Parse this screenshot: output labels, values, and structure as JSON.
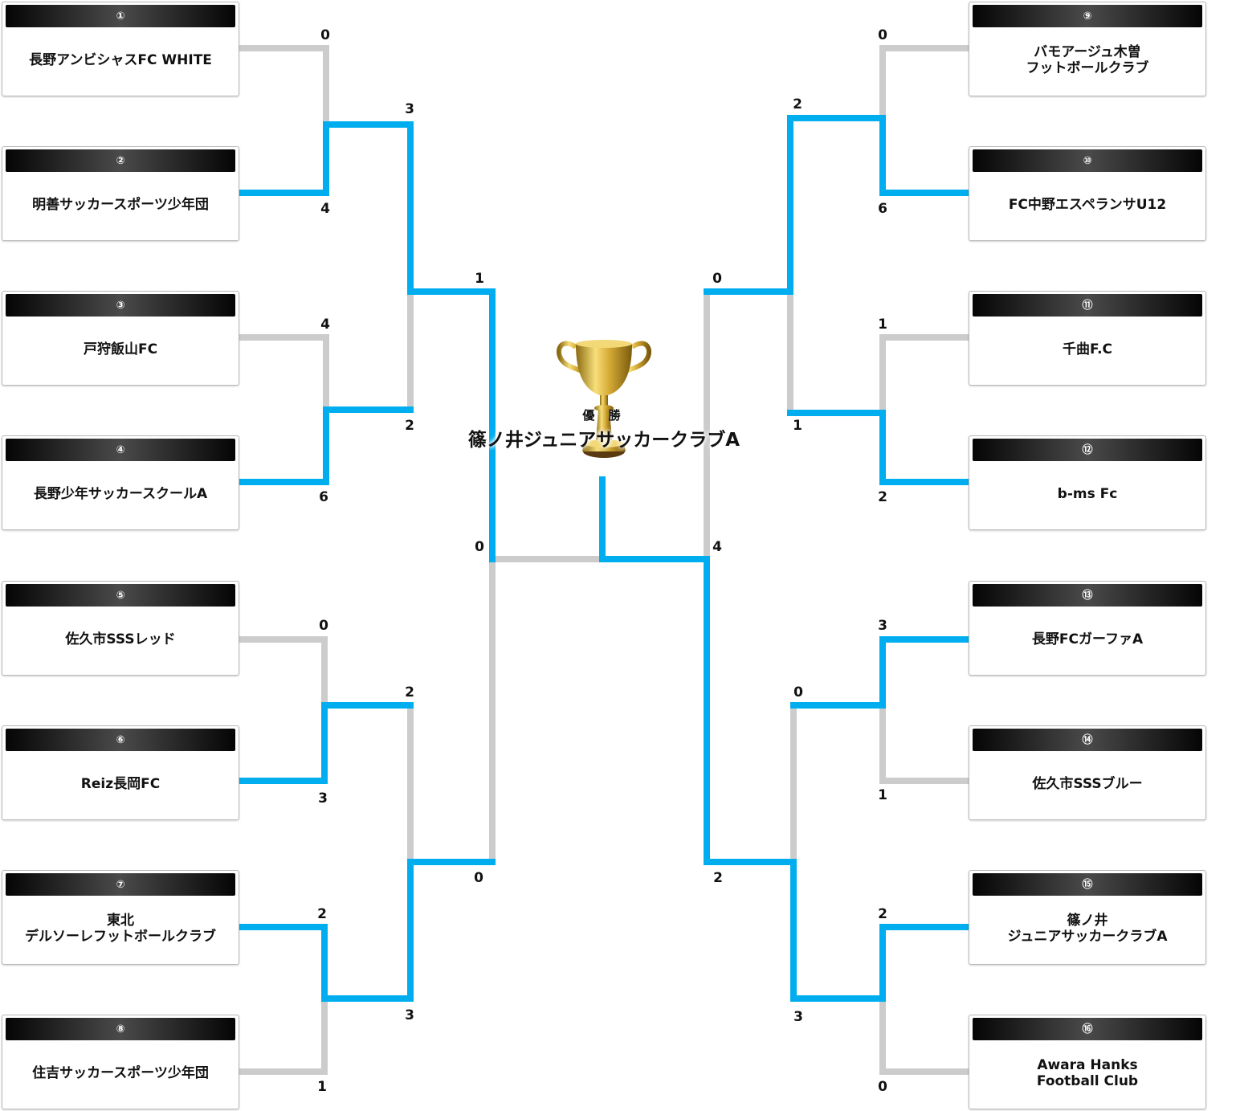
{
  "champion": {
    "label": "優 勝",
    "name": "篠ノ井ジュニアサッカークラブA"
  },
  "colors": {
    "winner_line": "#00aeef",
    "loser_line": "#cccccc"
  },
  "teams": [
    {
      "num": "①",
      "name": "長野アンビシャスFC WHITE"
    },
    {
      "num": "②",
      "name": "明善サッカースポーツ少年団"
    },
    {
      "num": "③",
      "name": "戸狩飯山FC"
    },
    {
      "num": "④",
      "name": "長野少年サッカースクールA"
    },
    {
      "num": "⑤",
      "name": "佐久市SSSレッド"
    },
    {
      "num": "⑥",
      "name": "Reiz長岡FC"
    },
    {
      "num": "⑦",
      "name": "東北\nデルソーレフットボールクラブ"
    },
    {
      "num": "⑧",
      "name": "住吉サッカースポーツ少年団"
    },
    {
      "num": "⑨",
      "name": "バモアージュ木曽\nフットボールクラブ"
    },
    {
      "num": "⑩",
      "name": "FC中野エスペランサU12"
    },
    {
      "num": "⑪",
      "name": "千曲F.C"
    },
    {
      "num": "⑫",
      "name": "b-ms Fc"
    },
    {
      "num": "⑬",
      "name": "長野FCガーファA"
    },
    {
      "num": "⑭",
      "name": "佐久市SSSブルー"
    },
    {
      "num": "⑮",
      "name": "篠ノ井\nジュニアサッカークラブA"
    },
    {
      "num": "⑯",
      "name": "Awara Hanks\nFootball Club"
    }
  ],
  "scores": {
    "r1": [
      "0",
      "4",
      "4",
      "6",
      "0",
      "3",
      "2",
      "1",
      "0",
      "6",
      "1",
      "2",
      "3",
      "1",
      "2",
      "0"
    ],
    "r2": [
      "3",
      "2",
      "2",
      "3",
      "2",
      "1",
      "0",
      "3"
    ],
    "r3": [
      "1",
      "0",
      "0",
      "2"
    ],
    "final": [
      "0",
      "4"
    ]
  }
}
